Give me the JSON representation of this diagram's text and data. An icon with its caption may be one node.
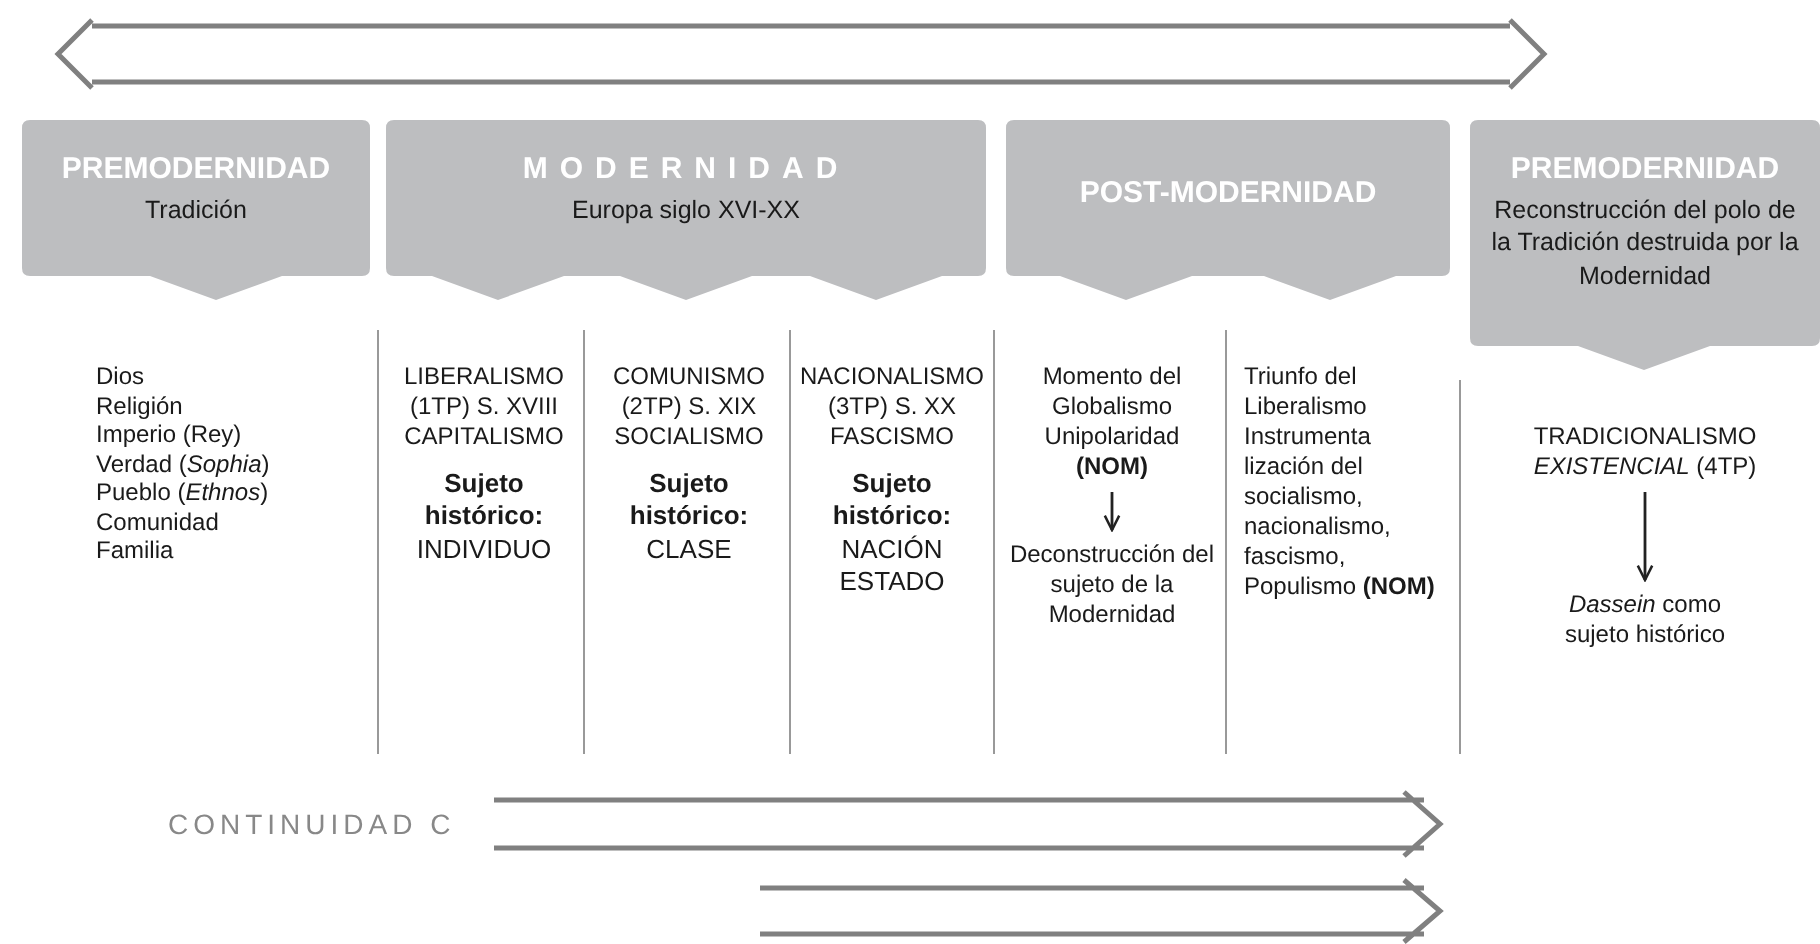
{
  "diagram": {
    "nodes": [
      {
        "text": [
          "PREMODERNIDAD",
          "Tradición"
        ]
      },
      {
        "text": [
          "MODERNIDAD",
          "Europa siglo XVI-XX"
        ]
      },
      {
        "text": [
          "POST-MODERNIDAD"
        ]
      },
      {
        "text": [
          "PREMODERNIDAD",
          "Reconstrucción del polo de la Tradición destruida por la Modernidad"
        ]
      },
      {
        "text": [
          "Momento del Globalismo Unipolaridad **(NOM)**"
        ]
      },
      {
        "text": [
          "Deconstrucción del sujeto de la Modernidad"
        ]
      },
      {
        "text": [
          "TRADICIONALISMO *EXISTENCIAL* (4TP)"
        ]
      },
      {
        "text": [
          "*Dassein* como sujeto histórico"
        ]
      }
    ],
    "edges": [
      {
        "from": 4,
        "to": 5,
        "arrow": "to"
      },
      {
        "from": 6,
        "to": 7,
        "arrow": "to"
      }
    ],
    "labels": [
      "Dios",
      "Religión",
      "Imperio (Rey)",
      "Verdad (*Sophia*)",
      "Pueblo (*Ethnos*)",
      "Comunidad",
      "Familia",
      "LIBERALISMO (1TP) S. XVIII CAPITALISMO",
      "**Sujeto histórico:** INDIVIDUO",
      "COMUNISMO (2TP) S. XIX SOCIALISMO",
      "**Sujeto histórico:** CLASE",
      "NACIONALISMO (3TP) S. XX FASCISMO",
      "**Sujeto histórico:** NACIÓN ESTADO",
      "Triunfo del Liberalismo Instrumenta lización del socialismo, nacionalismo, fascismo, Populismo **(NOM)**",
      "CONTINUIDAD C"
    ]
  }
}
